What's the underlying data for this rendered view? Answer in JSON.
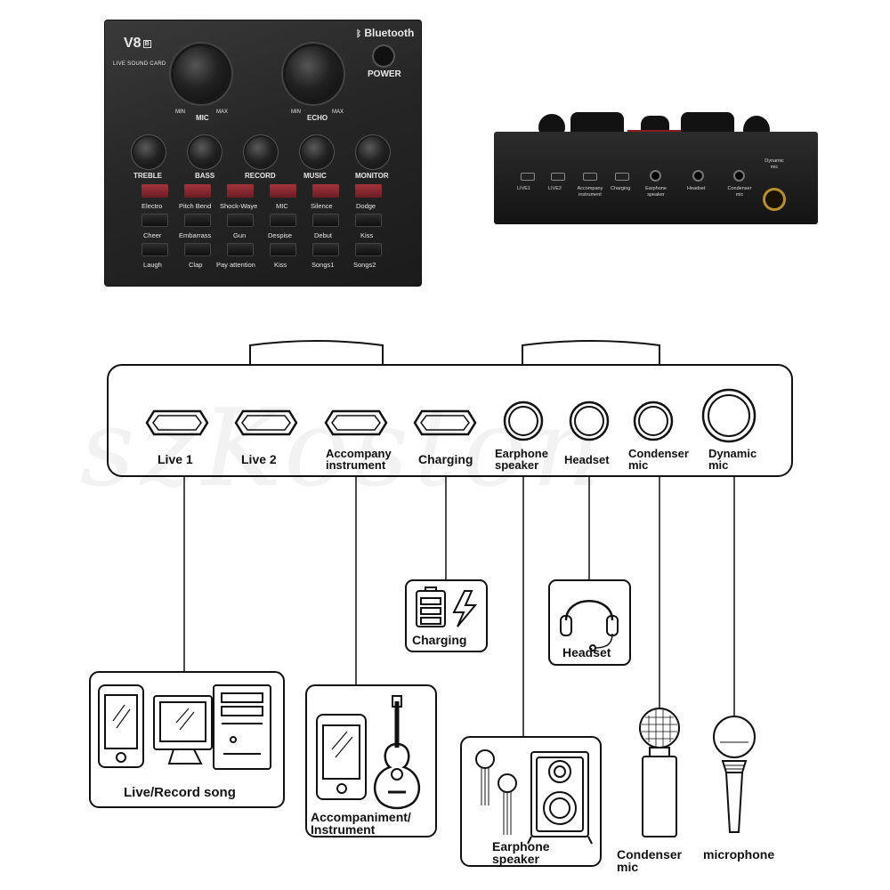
{
  "sound_card_top": {
    "model": "V8",
    "model_badge": "B",
    "subtitle": "LIVE SOUND CARD",
    "bluetooth": "Bluetooth",
    "power": "POWER",
    "mic": {
      "label": "MIC",
      "min": "MIN",
      "max": "MAX"
    },
    "echo": {
      "label": "ECHO",
      "min": "MIN",
      "max": "MAX"
    },
    "knobs": [
      "TREBLE",
      "BASS",
      "RECORD",
      "MUSIC",
      "MONITOR"
    ],
    "pad_rows": [
      [
        "Electro",
        "Pitch Bend",
        "Shock-Waye",
        "MIC",
        "Silence",
        "Dodge"
      ],
      [
        "Cheer",
        "Embarrass",
        "Gun",
        "Despise",
        "Debut",
        "Kiss"
      ],
      [
        "Laugh",
        "Clap",
        "Pay attention",
        "Kiss",
        "Songs1",
        "Songs2"
      ]
    ]
  },
  "sound_card_back": {
    "ports": [
      "LIVE1",
      "LIVE2",
      "Accompany instrument",
      "Charging",
      "Earphone speaker",
      "Headset",
      "Condenser mic",
      "Dynamic mic"
    ]
  },
  "diagram": {
    "ports": [
      "Live 1",
      "Live 2",
      "Accompany instrument",
      "Charging",
      "Earphone speaker",
      "Headset",
      "Condenser mic",
      "Dynamic mic"
    ],
    "devices": {
      "live": "Live/Record song",
      "accompaniment": "Accompaniment/ Instrument",
      "charging": "Charging",
      "headset": "Headset",
      "earphone": "Earphone speaker",
      "condenser": "Condenser mic",
      "microphone": "microphone"
    },
    "watermark": "szKoston"
  }
}
